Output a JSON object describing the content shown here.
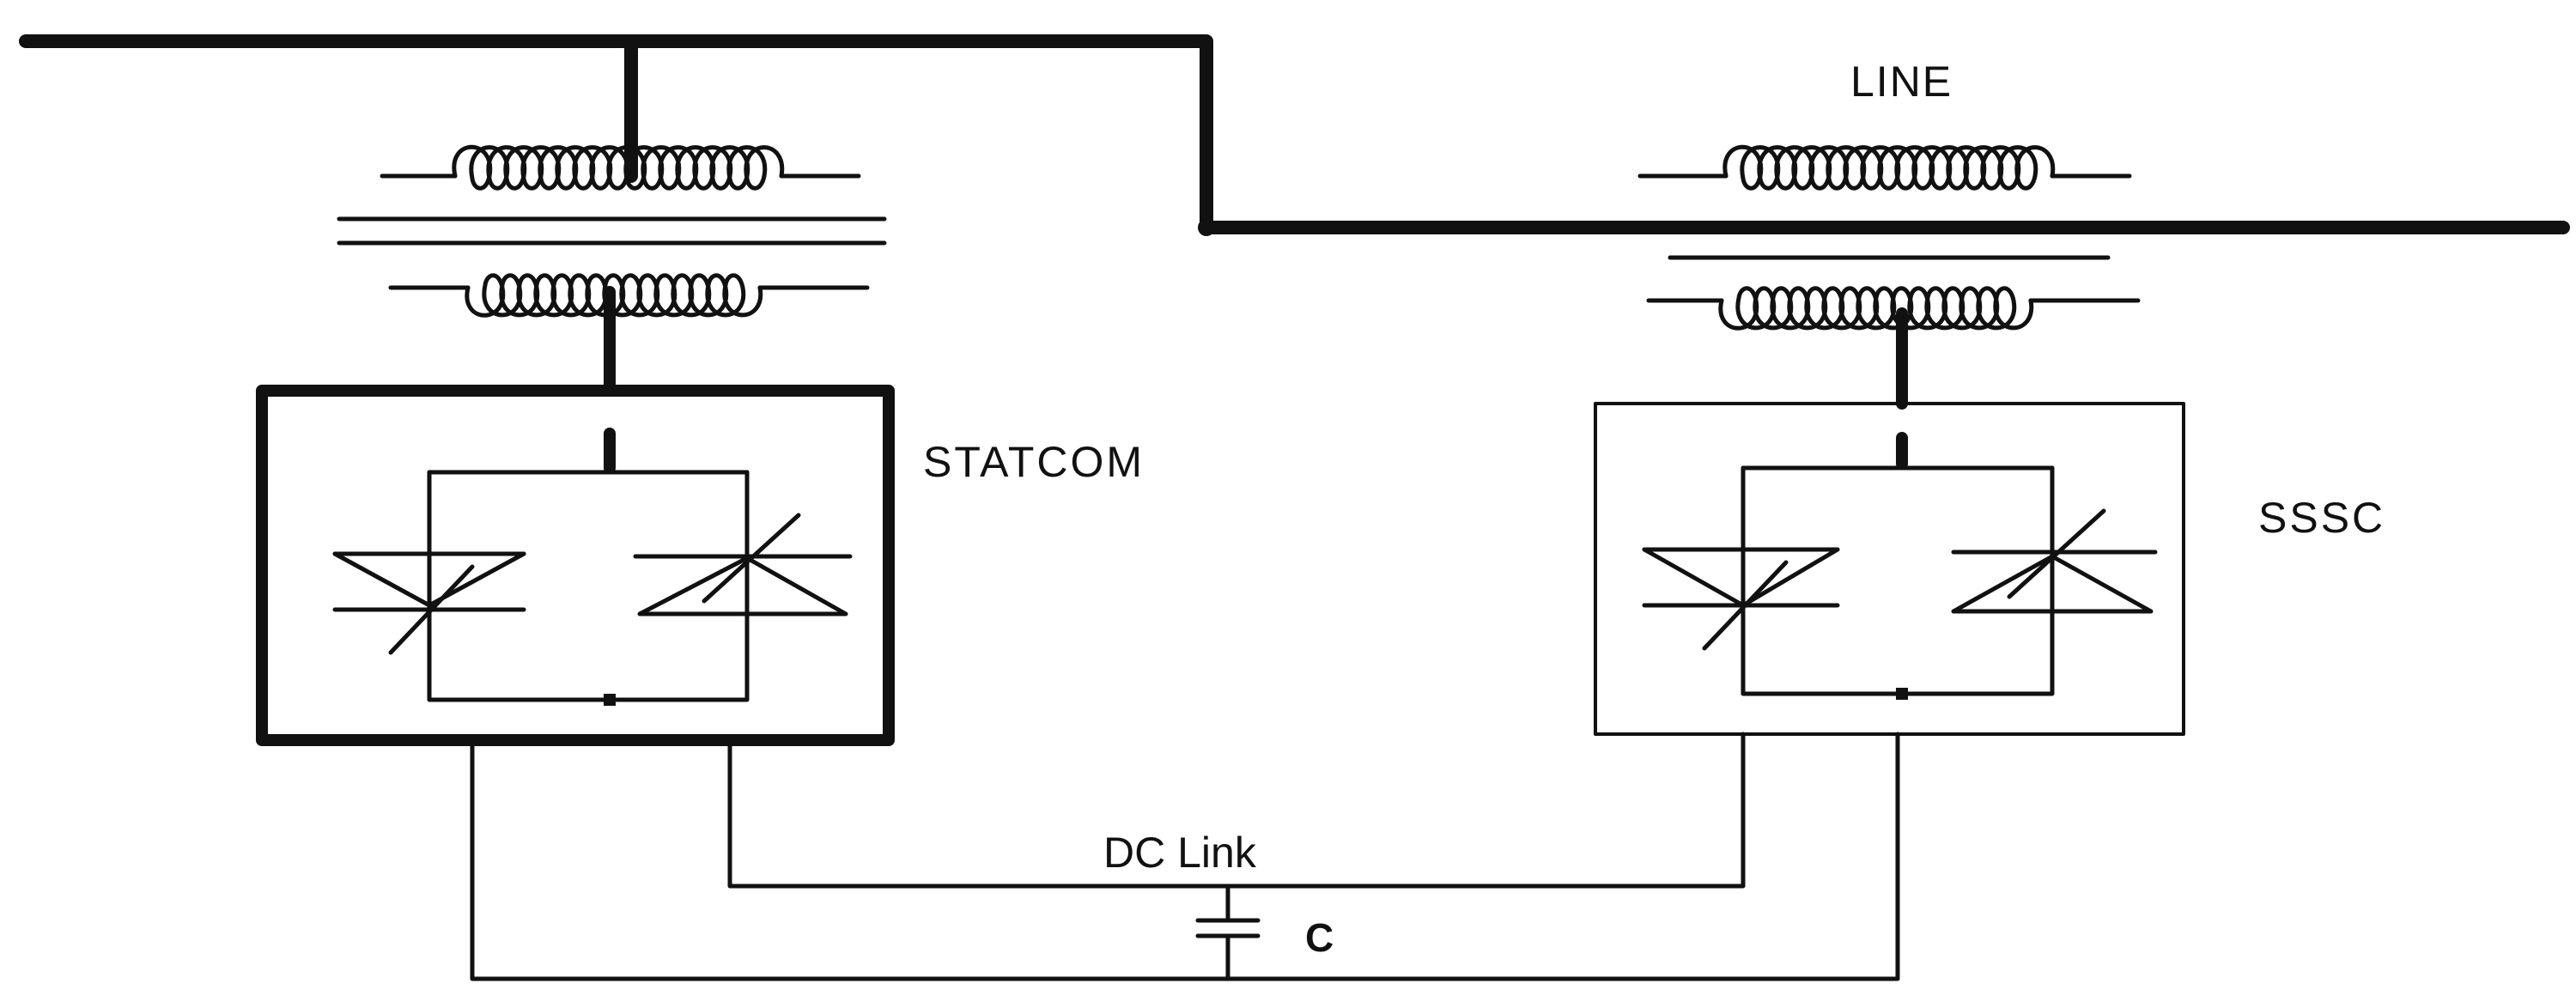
{
  "labels": {
    "line": "LINE",
    "statcom": "STATCOM",
    "sssc": "SSSC",
    "dc_link": "DC Link",
    "capacitor": "C"
  },
  "colors": {
    "stroke": "#111111",
    "background": "#ffffff"
  }
}
